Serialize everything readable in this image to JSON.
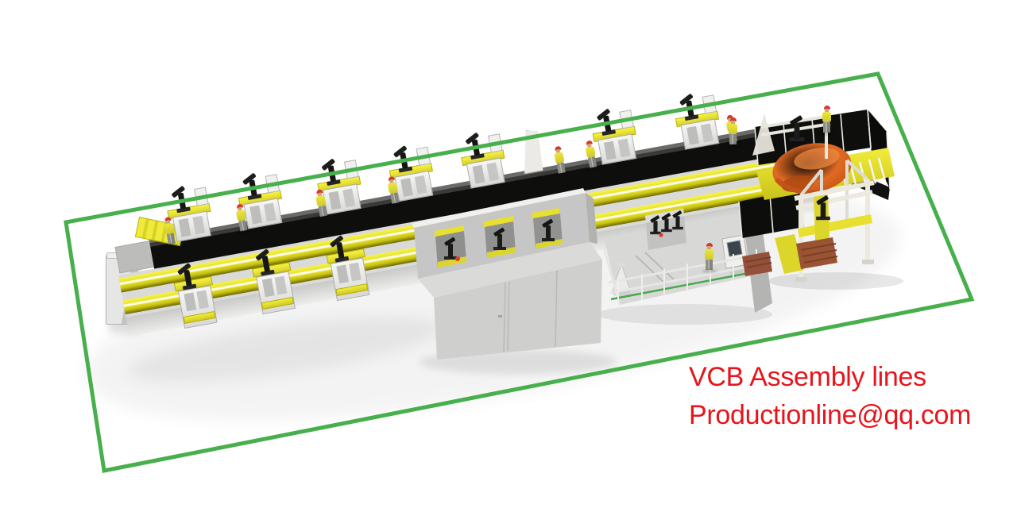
{
  "caption": {
    "title": "VCB Assembly lines",
    "contact": "Productionline@qq.com",
    "color": "#e8141b"
  },
  "border": {
    "color": "#47af4b"
  },
  "colors": {
    "background_white": "#ffffff",
    "machine_yellow": "#e8e030",
    "rail_yellow_dark": "#b8b410",
    "conveyor_black": "#0e0e0c",
    "robot_black": "#1a1a18",
    "wall_light_grey": "#c6c6c6",
    "wall_mid_grey": "#b2b2b0",
    "floor_grey": "#d8d8d6",
    "coil_orange": "#d9601e",
    "coil_orange_dark": "#a84a10",
    "pallet_brown": "#9a5434",
    "gantry_white": "#eceade",
    "worker_shirt_yellow": "#e8e23c",
    "worker_cap_red": "#d23a30",
    "cell_green_stripe": "#49a84e"
  },
  "equipment": {
    "upper_robot_stations": 7,
    "lower_robot_stations": 3,
    "enclosure_robot_stations": 3,
    "cell_bench_robots": 3,
    "gantry_robots": 2,
    "workers": 10,
    "pallets": 2,
    "material_coils": 1
  }
}
